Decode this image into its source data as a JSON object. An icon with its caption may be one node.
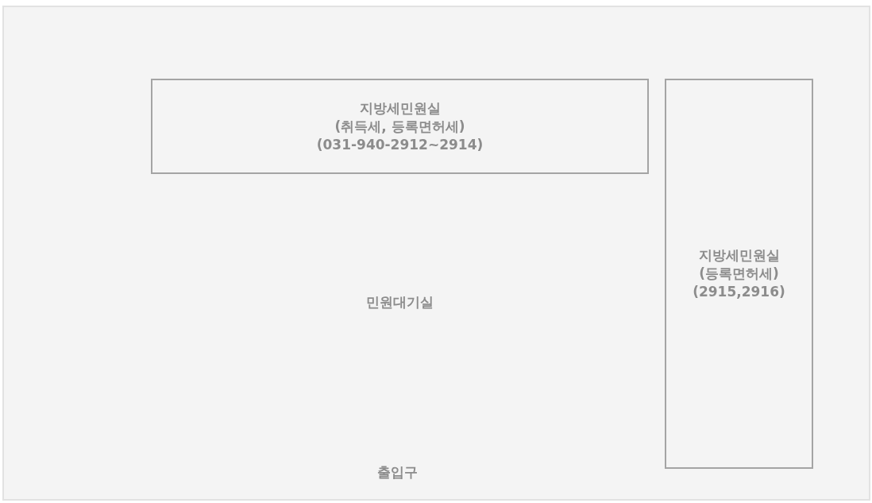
{
  "diagram": {
    "nodes": [
      {
        "text": [
          "민원대기실"
        ]
      },
      {
        "text": [
          "지방세민원실",
          "(취득세, 등록면허세)",
          "(031-940-2912~2914)"
        ],
        "in": 0
      },
      {
        "text": [
          "지방세민원실",
          "(등록면허세)",
          "(2915,2916)"
        ],
        "in": 0
      }
    ],
    "labels": [
      "출입구"
    ]
  }
}
